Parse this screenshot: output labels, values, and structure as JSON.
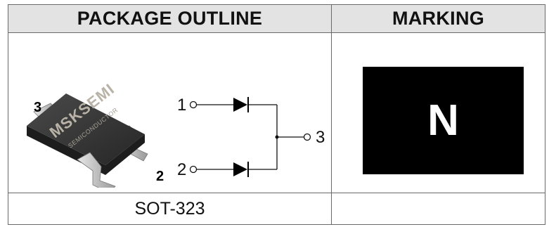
{
  "headers": {
    "package_outline": "PACKAGE OUTLINE",
    "marking": "MARKING"
  },
  "package": {
    "brand": "MSKSEMI",
    "subbrand": "SEMICONDUCTOR",
    "pins": [
      "1",
      "2",
      "3"
    ],
    "name": "SOT-323",
    "body_color": "#2b2b2b",
    "lead_color": "#c9c9c9"
  },
  "schematic": {
    "pin_labels": [
      "1",
      "2",
      "3"
    ]
  },
  "marking": {
    "code": "N",
    "box_color": "#000000",
    "text_color": "#ffffff"
  }
}
